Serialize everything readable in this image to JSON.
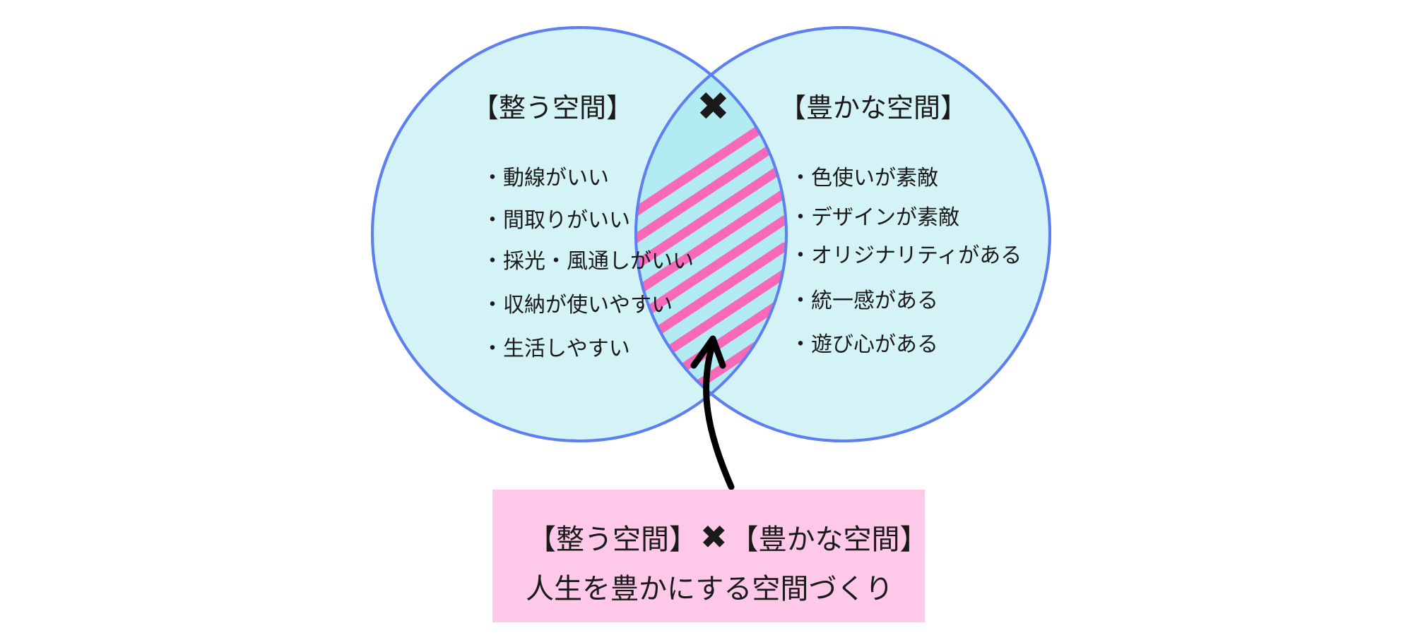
{
  "colors": {
    "circle_fill": "#d4f3f7",
    "circle_stroke": "#5d7fef",
    "intersection_fill": "#b3ebf2",
    "hatch": "#f868b8",
    "summary_bg": "#fec8e8",
    "arrow": "#000000"
  },
  "left_set": {
    "title": "【整う空間】",
    "items": [
      "・動線がいい",
      "・間取りがいい",
      "・採光・風通しがいい",
      "・収納が使いやすい",
      "・生活しやすい"
    ]
  },
  "right_set": {
    "title": "【豊かな空間】",
    "items": [
      "・色使いが素敵",
      "・デザインが素敵",
      "・オリジナリティがある",
      "・統一感がある",
      "・遊び心がある"
    ]
  },
  "intersection": {
    "mark": "✖"
  },
  "summary": {
    "left_part": "【整う空間】",
    "operator": "✖",
    "right_part": "【豊かな空間】",
    "line2": "人生を豊かにする空間づくり"
  }
}
